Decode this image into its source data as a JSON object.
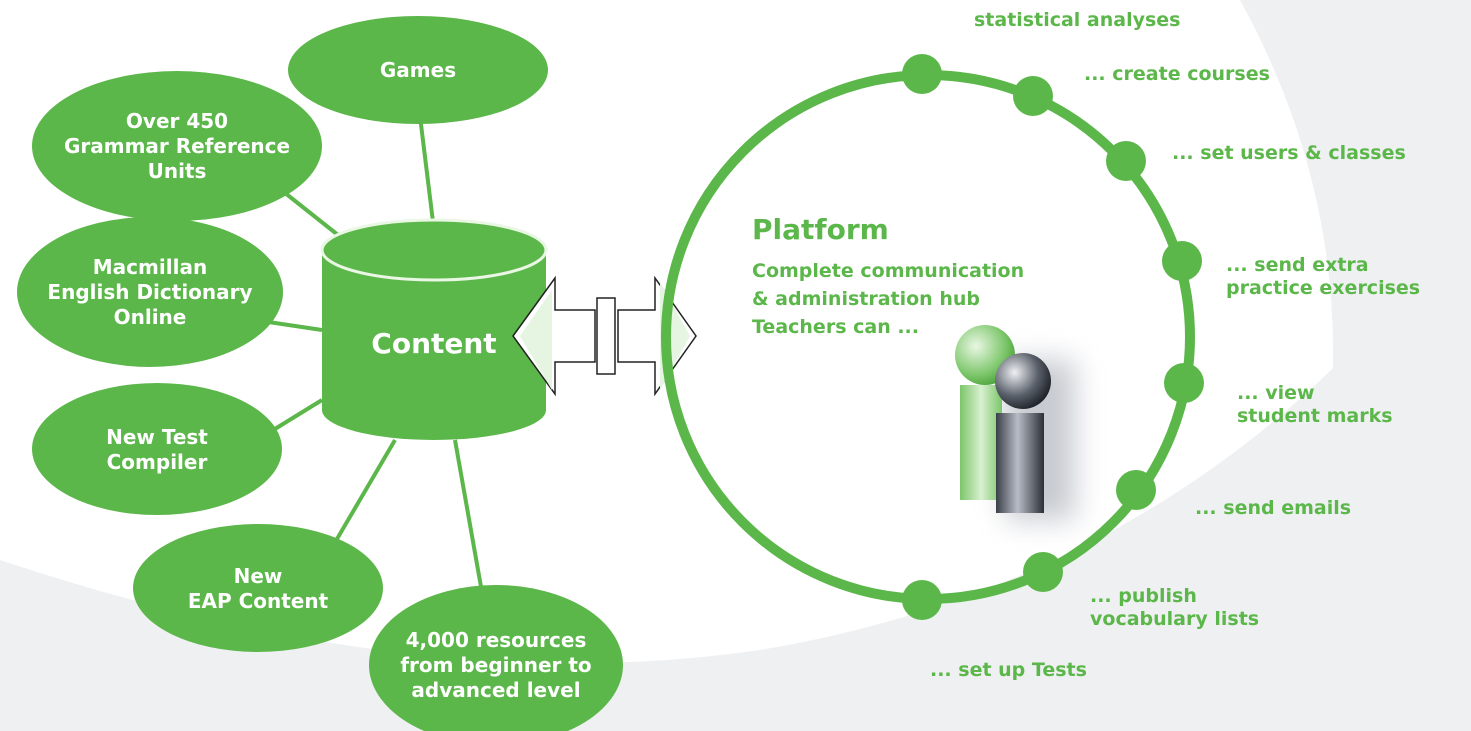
{
  "content": {
    "label": "Content",
    "bubbles": [
      {
        "label": "Games"
      },
      {
        "label": "Over 450\nGrammar Reference\nUnits"
      },
      {
        "label": "Macmillan\nEnglish Dictionary\nOnline"
      },
      {
        "label": "New Test\nCompiler"
      },
      {
        "label": "New\nEAP Content"
      },
      {
        "label": "4,000 resources\nfrom beginner to\nadvanced level"
      }
    ]
  },
  "platform": {
    "title": "Platform",
    "subtitle": "Complete communication\n& administration hub\nTeachers can ...",
    "actions": [
      {
        "label": "statistical analyses"
      },
      {
        "label": "... create courses"
      },
      {
        "label": "... set users & classes"
      },
      {
        "label": "... send extra\n   practice exercises"
      },
      {
        "label": "... view\n   student marks"
      },
      {
        "label": "... send emails"
      },
      {
        "label": "... publish\n   vocabulary lists"
      },
      {
        "label": "... set up Tests"
      }
    ]
  },
  "colors": {
    "brand_green": "#5cb74a",
    "background_arc": "#eef0f2"
  },
  "icons": {
    "connector": "double-headed-arrow",
    "platform_figure": "users-icon"
  }
}
